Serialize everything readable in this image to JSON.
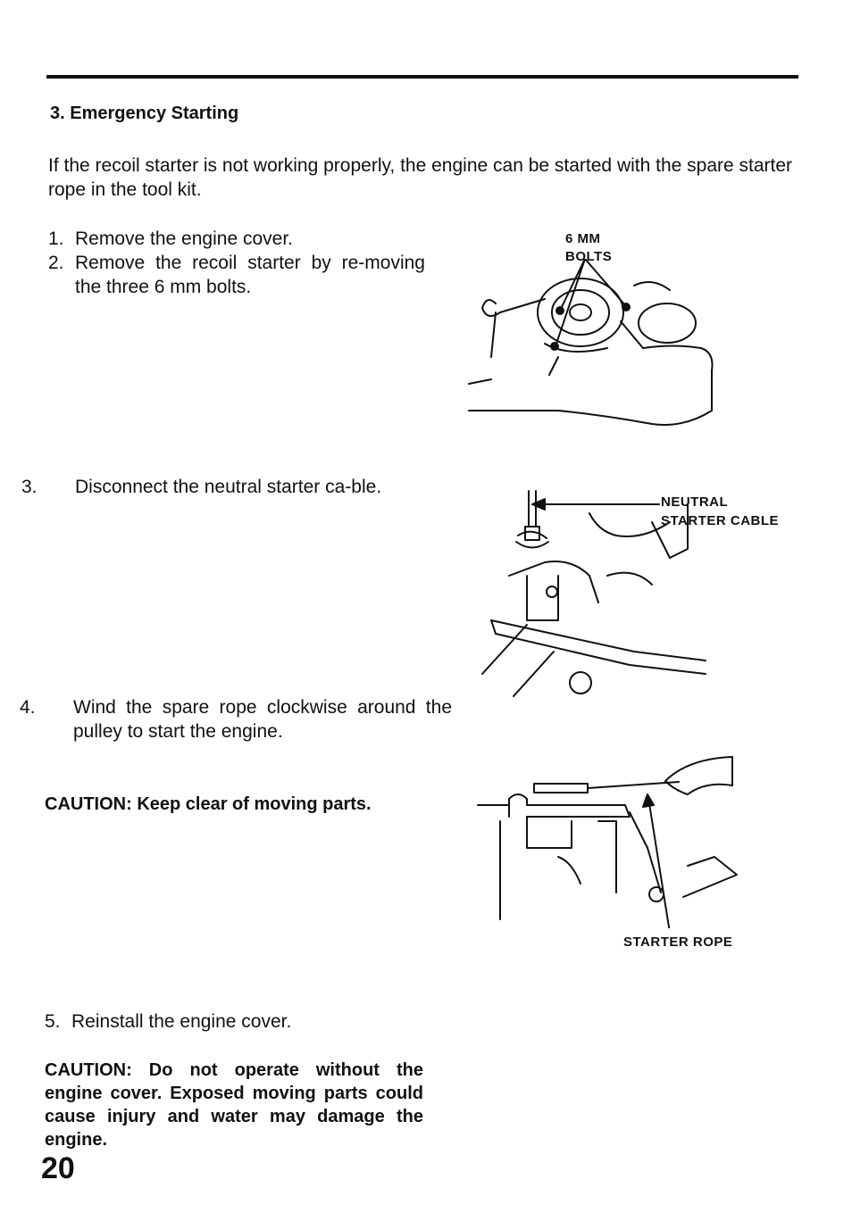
{
  "section_heading": "3. Emergency Starting",
  "intro": "If the recoil starter is not working properly, the engine can be started with the spare starter rope in the tool kit.",
  "steps": [
    {
      "num": "1.",
      "text": "Remove the engine cover."
    },
    {
      "num": "2.",
      "text": "Remove the recoil starter by re-moving the three 6 mm bolts."
    },
    {
      "num": "3.",
      "text": "Disconnect the neutral starter ca-ble."
    },
    {
      "num": "4.",
      "text": "Wind the spare rope clockwise around the pulley to start the engine."
    },
    {
      "num": "5.",
      "text": "Reinstall the engine cover."
    }
  ],
  "caution_1": "CAUTION: Keep clear of moving parts.",
  "caution_2": "CAUTION: Do not operate without the engine cover. Exposed moving parts could cause injury and water may damage the engine.",
  "figure_labels": {
    "bolts_line1": "6 MM",
    "bolts_line2": "BOLTS",
    "cable_line1": "NEUTRAL",
    "cable_line2": "STARTER CABLE",
    "rope": "STARTER ROPE"
  },
  "page_number": "20"
}
